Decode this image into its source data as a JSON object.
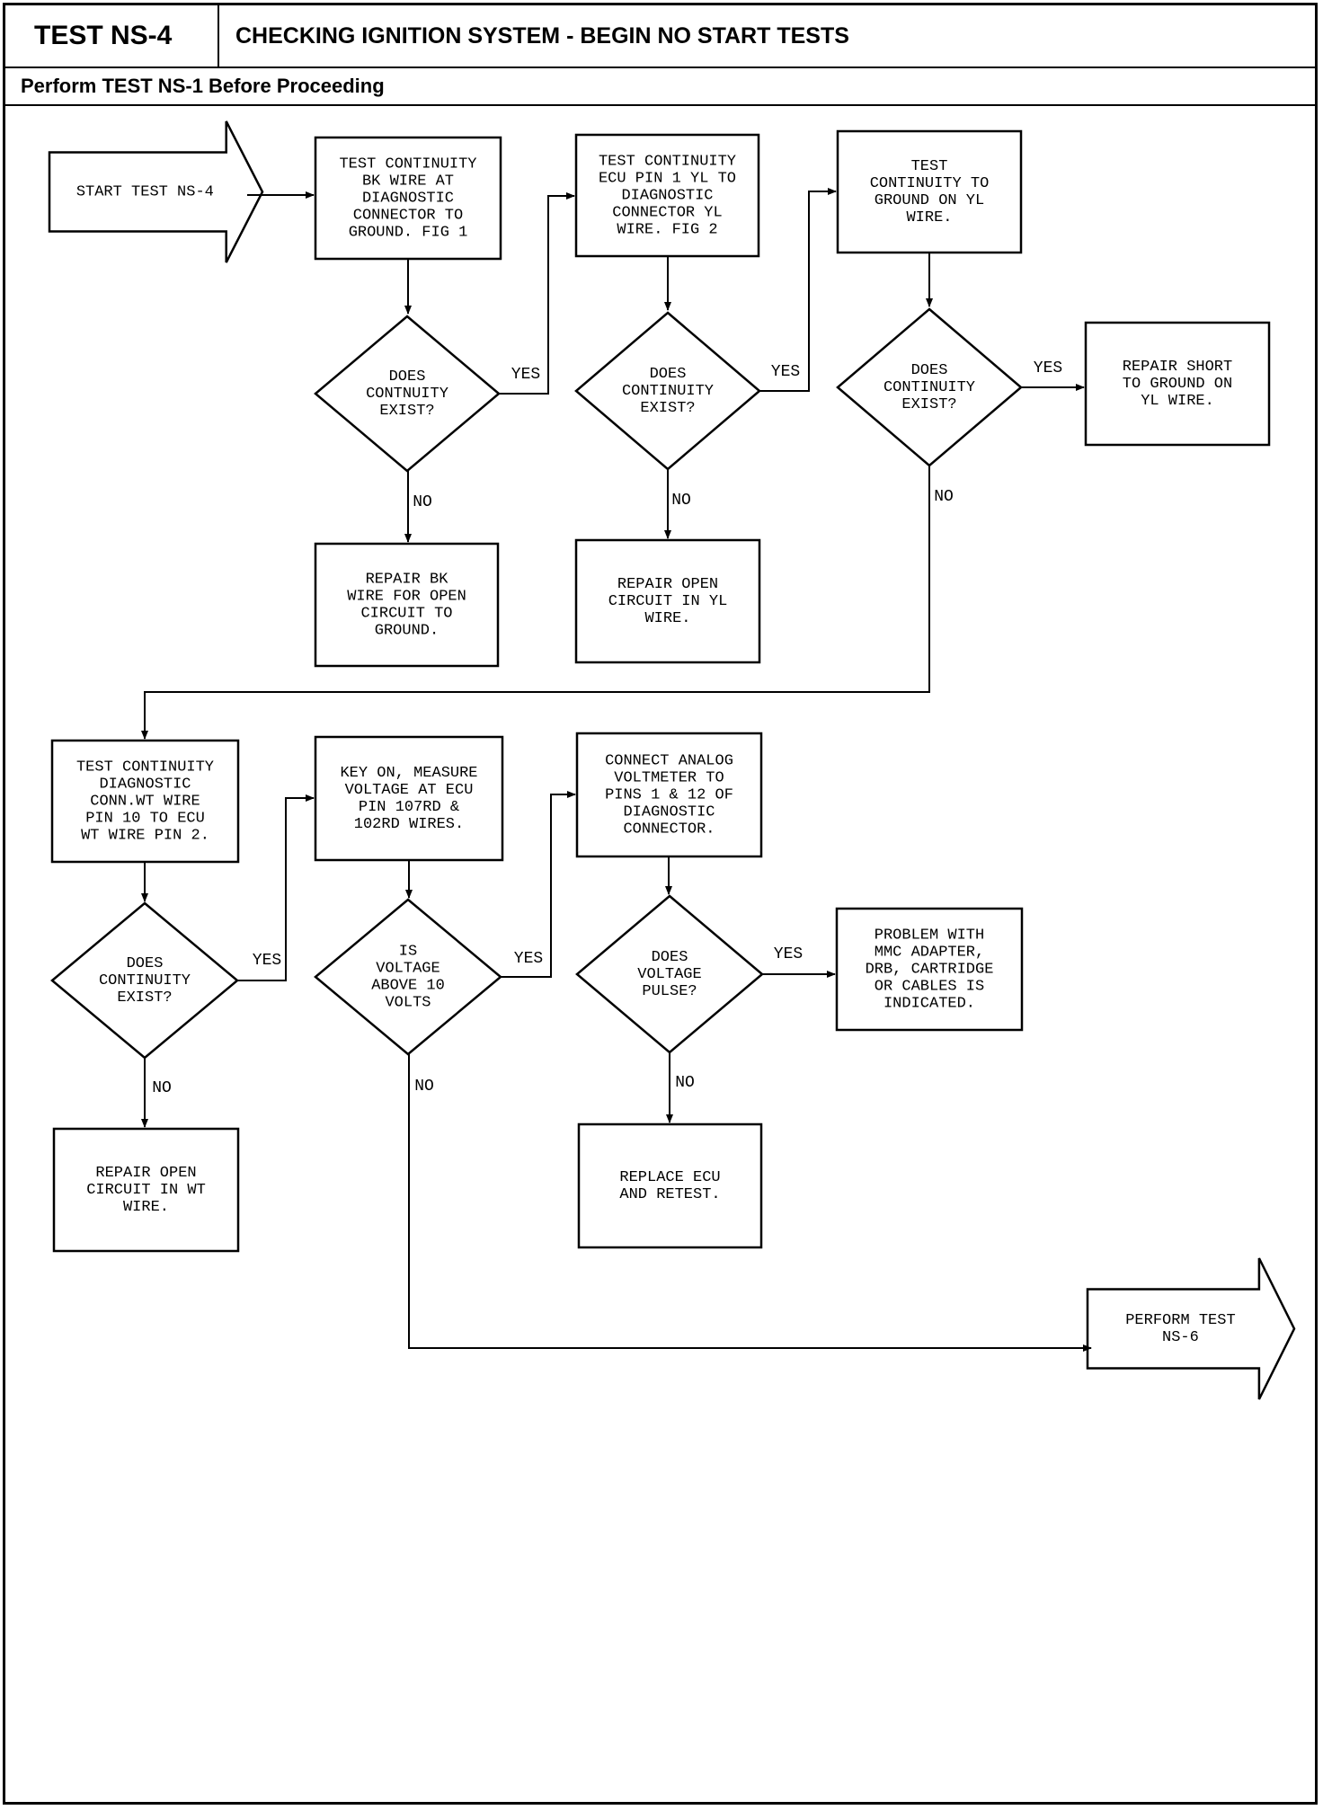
{
  "header": {
    "test_id": "TEST NS-4",
    "title": "CHECKING IGNITION SYSTEM - BEGIN NO START TESTS",
    "prerequisite": "Perform TEST NS-1 Before Proceeding"
  },
  "labels": {
    "yes": "YES",
    "no": "NO"
  },
  "nodes": {
    "start": [
      "START TEST NS-4"
    ],
    "p1": [
      "TEST CONTINUITY",
      "BK WIRE AT",
      "DIAGNOSTIC",
      "CONNECTOR TO",
      "GROUND. FIG 1"
    ],
    "d1": [
      "DOES",
      "CONTNUITY",
      "EXIST?"
    ],
    "r1": [
      "REPAIR BK",
      "WIRE FOR OPEN",
      "CIRCUIT TO",
      "GROUND."
    ],
    "p2": [
      "TEST CONTINUITY",
      "ECU PIN 1 YL TO",
      "DIAGNOSTIC",
      "CONNECTOR YL",
      "WIRE. FIG 2"
    ],
    "d2": [
      "DOES",
      "CONTINUITY",
      "EXIST?"
    ],
    "r2": [
      "REPAIR OPEN",
      "CIRCUIT IN YL",
      "WIRE."
    ],
    "p3": [
      "TEST",
      "CONTINUITY TO",
      "GROUND ON YL",
      "WIRE."
    ],
    "d3": [
      "DOES",
      "CONTINUITY",
      "EXIST?"
    ],
    "r3": [
      "REPAIR SHORT",
      "TO GROUND ON",
      "YL WIRE."
    ],
    "p4": [
      "TEST CONTINUITY",
      "DIAGNOSTIC",
      "CONN.WT WIRE",
      "PIN 10 TO ECU",
      "WT WIRE PIN 2."
    ],
    "d4": [
      "DOES",
      "CONTINUITY",
      "EXIST?"
    ],
    "r4": [
      "REPAIR OPEN",
      "CIRCUIT IN WT",
      "WIRE."
    ],
    "p5": [
      "KEY ON, MEASURE",
      "VOLTAGE AT ECU",
      "PIN 107RD &",
      "102RD WIRES."
    ],
    "d5": [
      "IS",
      "VOLTAGE",
      "ABOVE 10",
      "VOLTS"
    ],
    "p6": [
      "CONNECT ANALOG",
      "VOLTMETER TO",
      "PINS 1 & 12 OF",
      "DIAGNOSTIC",
      "CONNECTOR."
    ],
    "d6": [
      "DOES",
      "VOLTAGE",
      "PULSE?"
    ],
    "r6": [
      "REPLACE ECU",
      "AND RETEST."
    ],
    "r7": [
      "PROBLEM WITH",
      "MMC ADAPTER,",
      "DRB, CARTRIDGE",
      "OR CABLES IS",
      "INDICATED."
    ],
    "end": [
      "PERFORM TEST",
      "NS-6"
    ]
  }
}
